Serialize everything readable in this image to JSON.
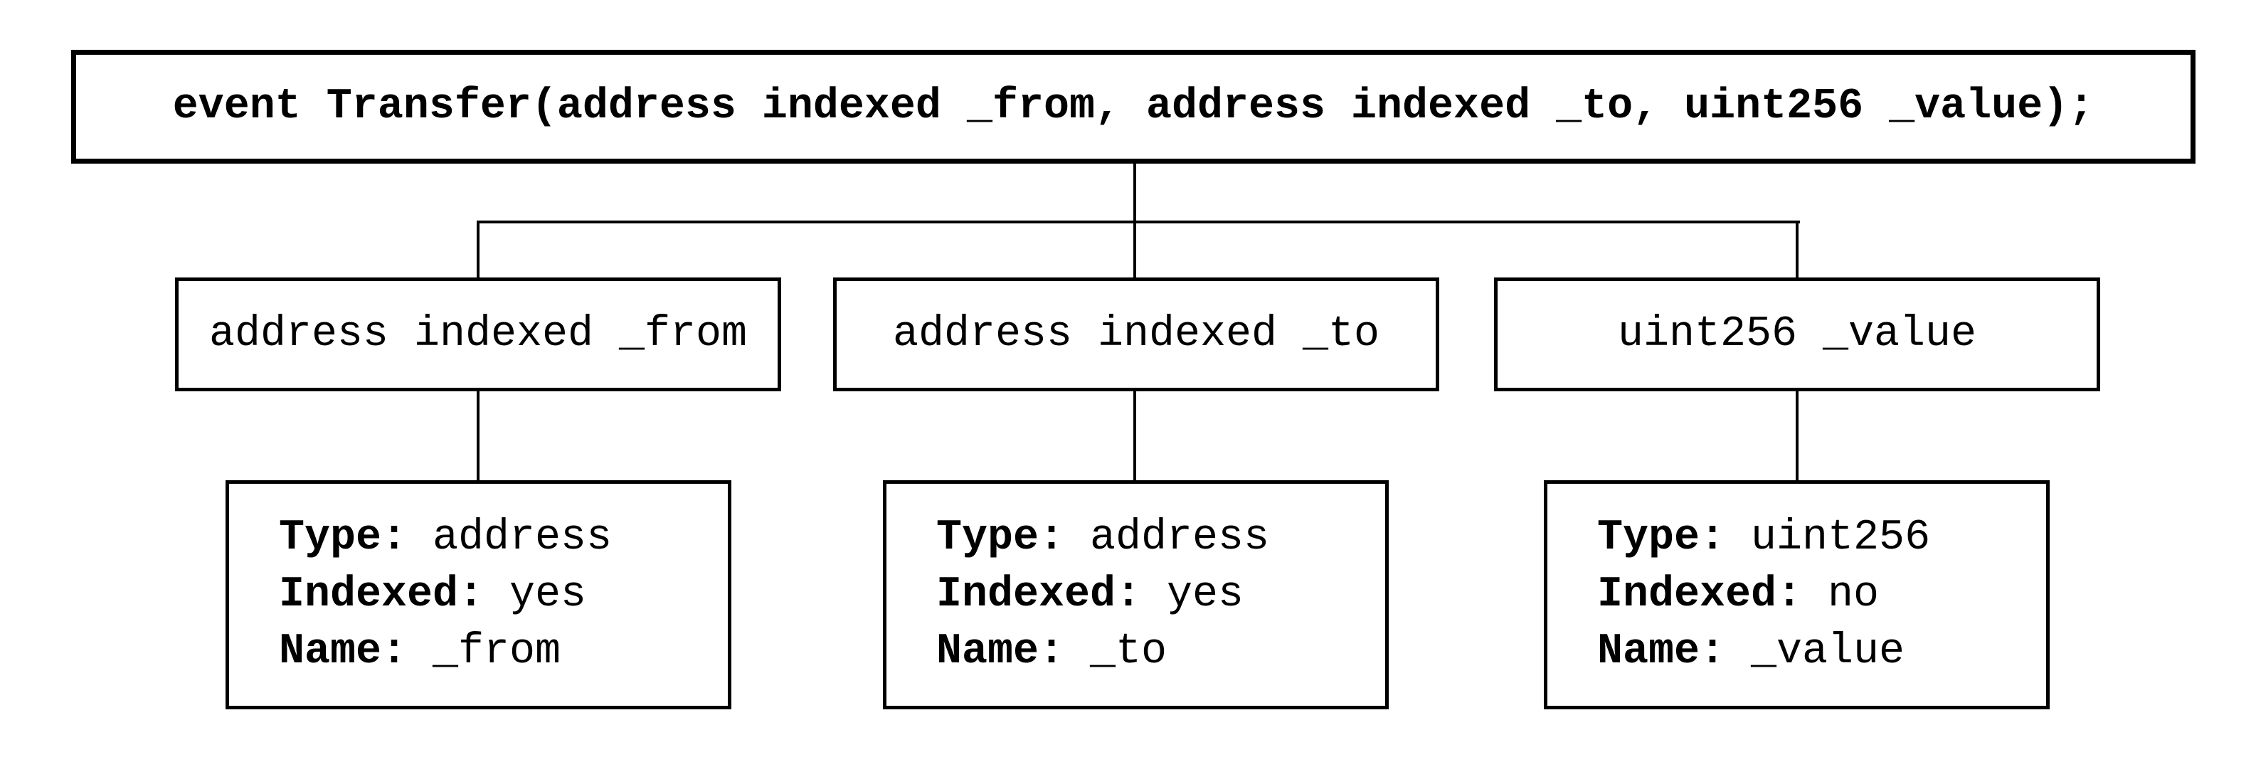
{
  "root_label": "event Transfer(address indexed _from, address indexed _to, uint256 _value);",
  "field_labels": {
    "type": "Type:",
    "indexed": "Indexed:",
    "name": "Name:"
  },
  "params": [
    {
      "signature": "address indexed _from",
      "type": "address",
      "indexed": "yes",
      "name": "_from"
    },
    {
      "signature": "address indexed _to",
      "type": "address",
      "indexed": "yes",
      "name": "_to"
    },
    {
      "signature": "uint256 _value",
      "type": "uint256",
      "indexed": "no",
      "name": "_value"
    }
  ],
  "colors": {
    "background": "#ffffff",
    "line": "#000000",
    "text": "#000000"
  }
}
